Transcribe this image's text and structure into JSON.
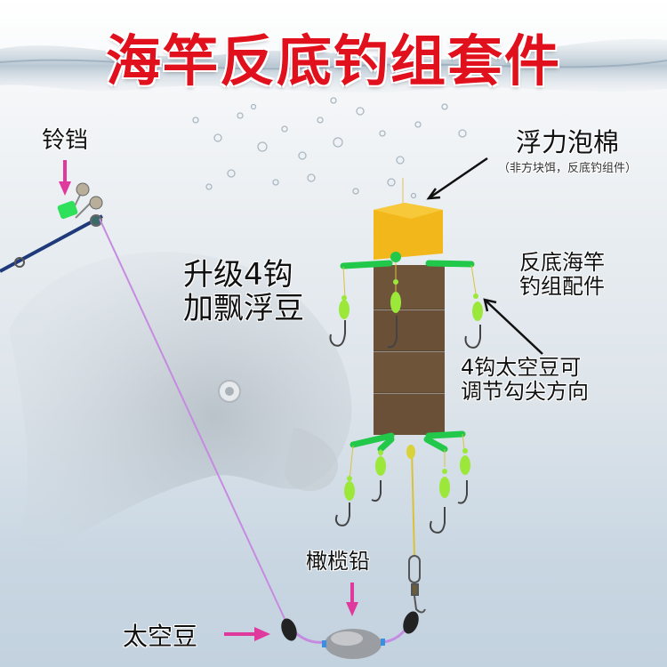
{
  "title": "海竿反底钓组套件",
  "labels": {
    "bell": "铃铛",
    "foam": "浮力泡棉",
    "foam_note": "（非方块饵，反底钓组件）",
    "parts_line1": "反底海竿",
    "parts_line2": "钓组配件",
    "upgrade_line1": "升级4钩",
    "upgrade_line2": "加飘浮豆",
    "space_beans_line1": "4钩太空豆可",
    "space_beans_line2": "调节勾尖方向",
    "olive_lead": "橄榄铅",
    "space_bean": "太空豆"
  },
  "colors": {
    "title_red": "#e0101c",
    "pointer_magenta": "#e0399d",
    "foam_yellow": "#f2b71a",
    "bait_brown": "#6e5438",
    "arm_green": "#22c84a",
    "bead_lime": "#9be83a",
    "line_purple": "#c58be0",
    "line_yellow": "#d9c23a"
  }
}
